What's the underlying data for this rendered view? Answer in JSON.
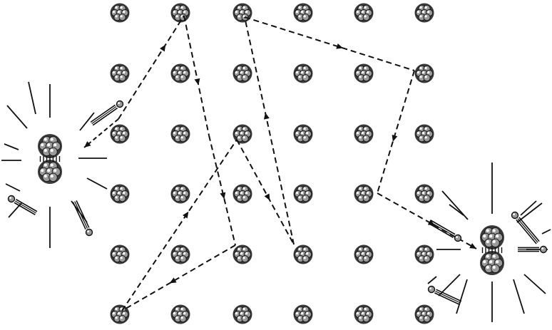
{
  "colors": {
    "background": "#ffffff",
    "ink": "#111111",
    "nucleus_fill": "#9a9a9a",
    "nucleus_shade": "#3a3a3a"
  },
  "elements": {
    "lattice": {
      "rows": 6,
      "cols": 6,
      "atom_icon": "nucleus-icon"
    },
    "fission_events": [
      {
        "name": "left-fission",
        "icon": "splitting-nucleus-icon"
      },
      {
        "name": "right-fission",
        "icon": "splitting-nucleus-icon"
      }
    ],
    "neutron_icon": "neutron-icon",
    "neutron_path": {
      "style": "dashed",
      "arrowheads": true,
      "bounces": 8
    }
  }
}
